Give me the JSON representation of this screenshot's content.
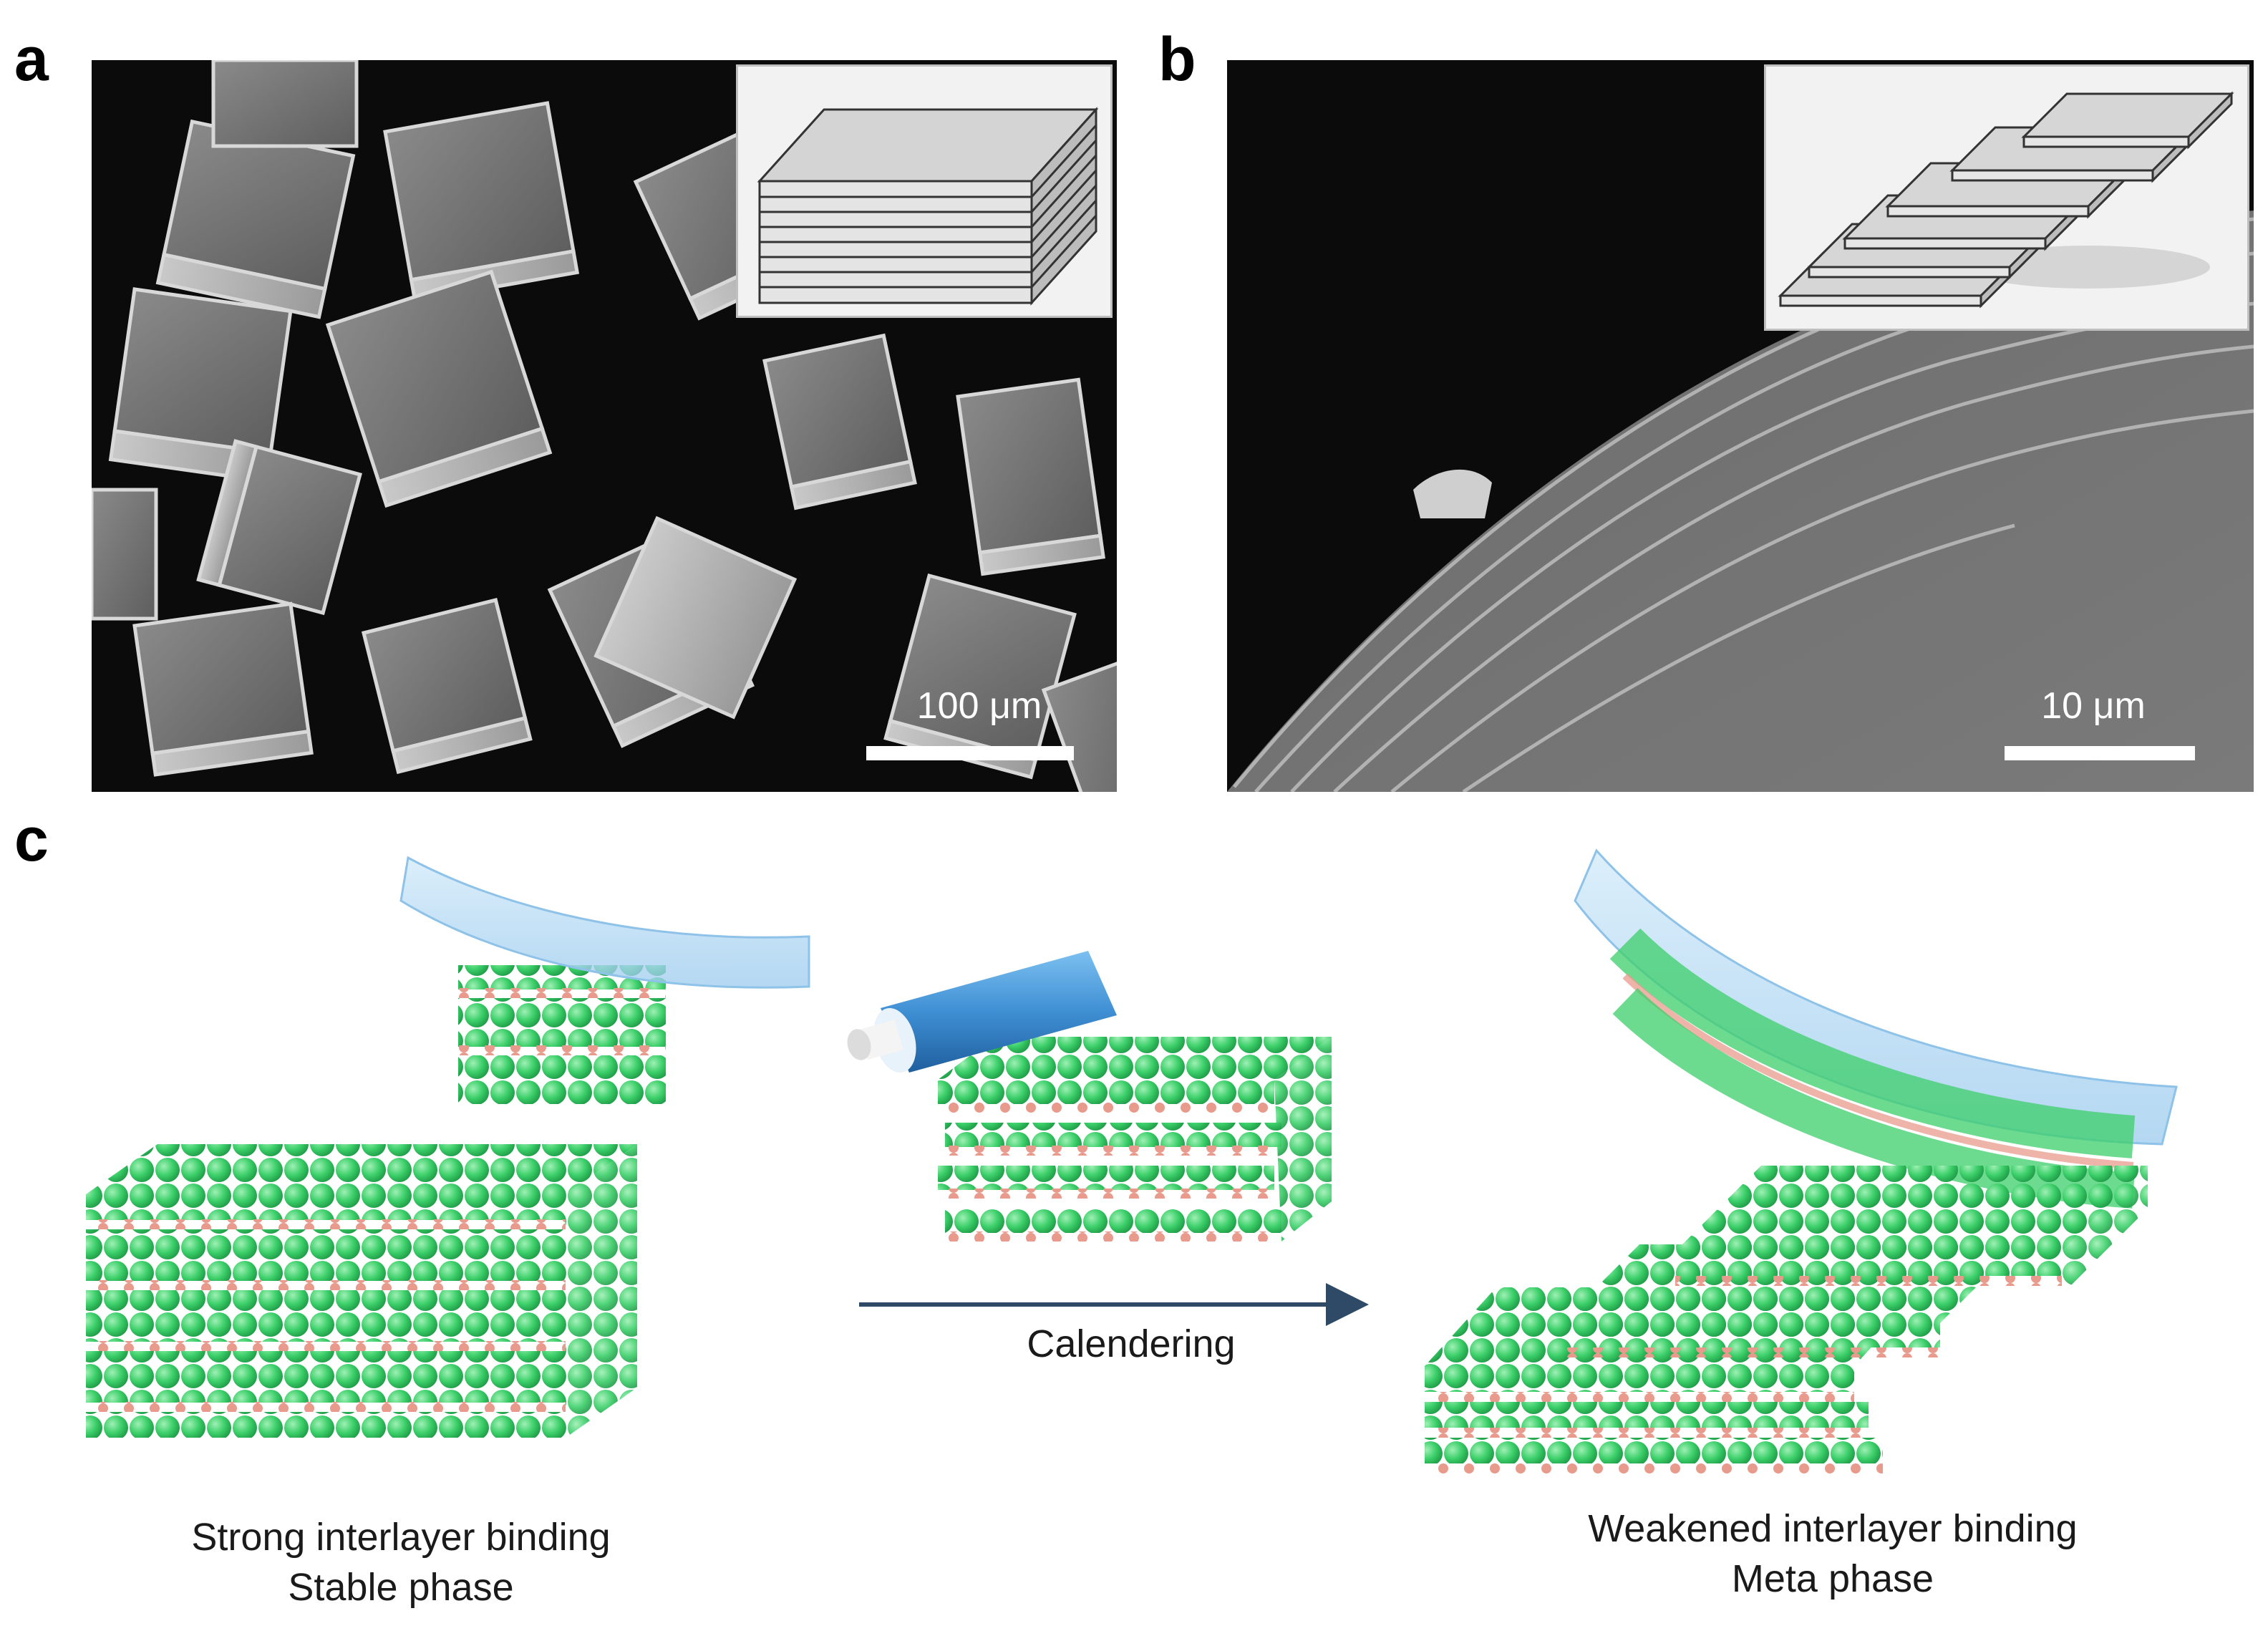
{
  "panels": {
    "a": {
      "letter": "a",
      "scale_bar_label": "100 μm"
    },
    "b": {
      "letter": "b",
      "scale_bar_label": "10 μm"
    },
    "c": {
      "letter": "c",
      "left_caption_line1": "Strong interlayer binding",
      "left_caption_line2": "Stable phase",
      "process_label": "Calendering",
      "right_caption_line1": "Weakened interlayer binding",
      "right_caption_line2": "Meta phase"
    }
  },
  "colors": {
    "atom_green": "#3ccf6a",
    "atom_pink": "#e89a8c",
    "film_blue": "#a9d4f2",
    "roller_blue": "#3f8fd4",
    "arrow": "#2f4a66"
  }
}
